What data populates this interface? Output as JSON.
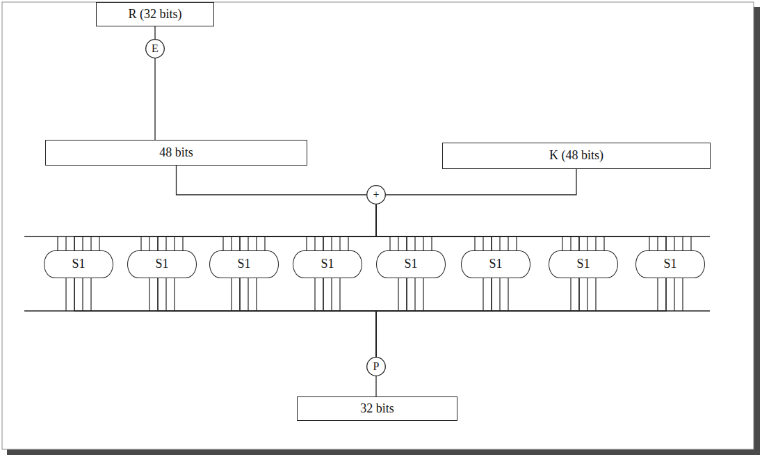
{
  "diagram": {
    "nodes": [
      {
        "text": [
          "R (32 bits)"
        ]
      },
      {
        "text": [
          "E"
        ]
      },
      {
        "text": [
          "48 bits"
        ]
      },
      {
        "text": [
          "K (48 bits)"
        ]
      },
      {
        "text": [
          "+"
        ]
      },
      {
        "text": [
          "S1"
        ]
      },
      {
        "text": [
          "S1"
        ]
      },
      {
        "text": [
          "S1"
        ]
      },
      {
        "text": [
          "S1"
        ]
      },
      {
        "text": [
          "S1"
        ]
      },
      {
        "text": [
          "S1"
        ]
      },
      {
        "text": [
          "S1"
        ]
      },
      {
        "text": [
          "S1"
        ]
      },
      {
        "text": [
          "P"
        ]
      },
      {
        "text": [
          "32 bits"
        ]
      }
    ],
    "edges": [
      {
        "from": 0,
        "to": 1,
        "arrow": "none"
      },
      {
        "from": 1,
        "to": 2,
        "arrow": "none"
      },
      {
        "from": 2,
        "to": 4,
        "arrow": "none"
      },
      {
        "from": 3,
        "to": 4,
        "arrow": "none"
      },
      {
        "from": 4,
        "to": 5,
        "arrow": "none"
      },
      {
        "from": 4,
        "to": 6,
        "arrow": "none"
      },
      {
        "from": 4,
        "to": 7,
        "arrow": "none"
      },
      {
        "from": 4,
        "to": 8,
        "arrow": "none"
      },
      {
        "from": 4,
        "to": 9,
        "arrow": "none"
      },
      {
        "from": 4,
        "to": 10,
        "arrow": "none"
      },
      {
        "from": 4,
        "to": 11,
        "arrow": "none"
      },
      {
        "from": 4,
        "to": 12,
        "arrow": "none"
      },
      {
        "from": 5,
        "to": 13,
        "arrow": "none"
      },
      {
        "from": 6,
        "to": 13,
        "arrow": "none"
      },
      {
        "from": 7,
        "to": 13,
        "arrow": "none"
      },
      {
        "from": 8,
        "to": 13,
        "arrow": "none"
      },
      {
        "from": 9,
        "to": 13,
        "arrow": "none"
      },
      {
        "from": 10,
        "to": 13,
        "arrow": "none"
      },
      {
        "from": 11,
        "to": 13,
        "arrow": "none"
      },
      {
        "from": 12,
        "to": 13,
        "arrow": "none"
      },
      {
        "from": 13,
        "to": 14,
        "arrow": "none"
      }
    ]
  }
}
